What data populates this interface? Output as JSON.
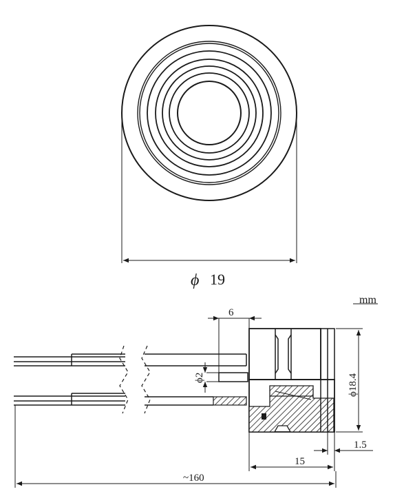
{
  "top_view": {
    "diameter_label": "19",
    "diameter_symbol": "ϕ",
    "rings": 6
  },
  "side_view": {
    "unit_label": "mm",
    "dims": {
      "pin_offset": "6",
      "pin_diameter": "ϕ2",
      "body_diameter": "ϕ18.4",
      "flange_thickness": "1.5",
      "body_length": "15",
      "total_length": "~160"
    }
  }
}
